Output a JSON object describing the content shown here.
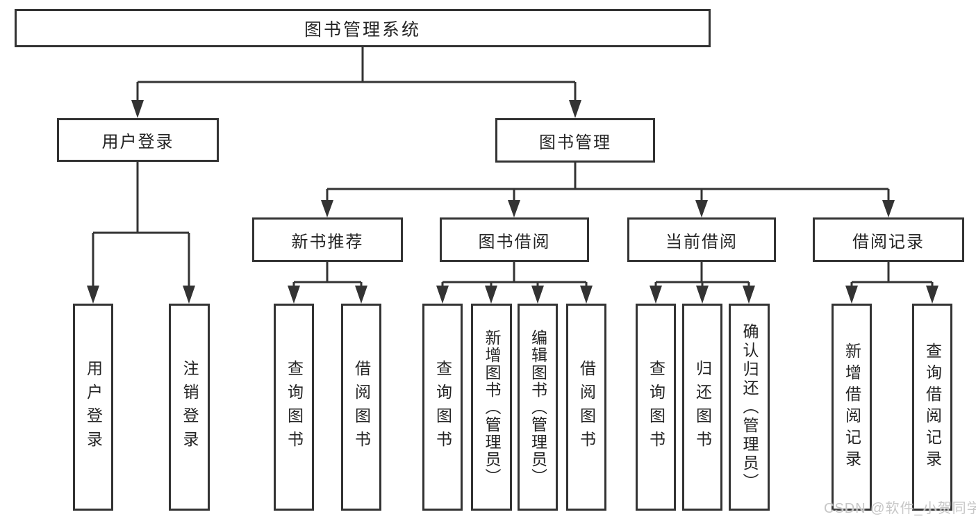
{
  "tree": {
    "root": "图书管理系统",
    "branches": [
      {
        "label": "用户登录",
        "leaves": [
          "用户登录",
          "注销登录"
        ]
      },
      {
        "label": "图书管理",
        "groups": [
          {
            "label": "新书推荐",
            "leaves": [
              "查询图书",
              "借阅图书"
            ]
          },
          {
            "label": "图书借阅",
            "leaves": [
              "查询图书",
              "新增图书（管理员）",
              "编辑图书（管理员）",
              "借阅图书"
            ]
          },
          {
            "label": "当前借阅",
            "leaves": [
              "查询图书",
              "归还图书",
              "确认归还（管理员）"
            ]
          },
          {
            "label": "借阅记录",
            "leaves": [
              "新增借阅记录",
              "查询借阅记录"
            ]
          }
        ]
      }
    ]
  },
  "watermark": "CSDN @软件_小贺同学",
  "colors": {
    "line": "#333333",
    "box_border": "#333333",
    "text": "#242424",
    "watermark": "#c7c7c7",
    "background": "#ffffff"
  }
}
